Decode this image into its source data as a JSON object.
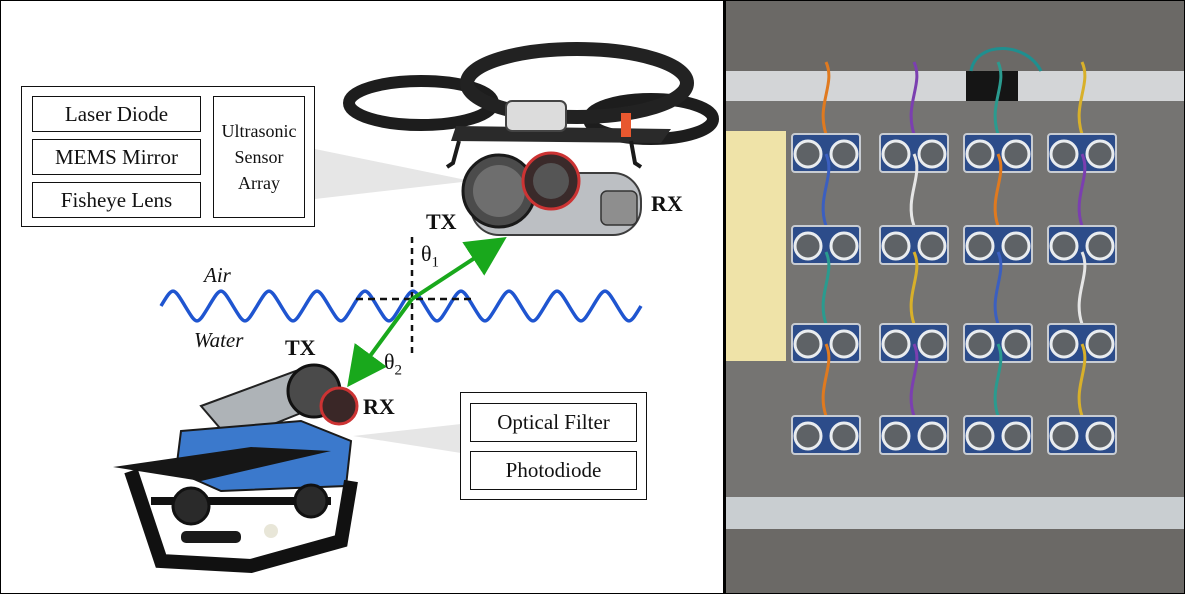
{
  "figure": {
    "left_panel": {
      "transmitter_box": {
        "components": [
          "Laser Diode",
          "MEMS Mirror",
          "Fisheye Lens"
        ],
        "sensor": "Ultrasonic Sensor Array",
        "sensor_lines": [
          "Ultrasonic",
          "Sensor",
          "Array"
        ]
      },
      "receiver_box": {
        "components": [
          "Optical Filter",
          "Photodiode"
        ]
      },
      "drone": {
        "tx_label": "TX",
        "rx_label": "RX",
        "icon": "quadcopter-drone-icon"
      },
      "rov": {
        "tx_label": "TX",
        "rx_label": "RX",
        "icon": "underwater-rov-icon"
      },
      "medium_labels": {
        "air": "Air",
        "water": "Water"
      },
      "angles": {
        "theta1": "θ",
        "theta1_sub": "1",
        "theta2": "θ",
        "theta2_sub": "2"
      },
      "colors": {
        "wave": "#1f55d0",
        "beam": "#19a81c",
        "callout": "#e6e6e6"
      }
    },
    "right_panel": {
      "description": "Photo of ultrasonic sensor array",
      "grid": {
        "rows": 4,
        "cols": 4
      },
      "colors": {
        "background": "#6b6966",
        "frame_bar": "#cfd1d3",
        "sensor_board": "#2c4c8a"
      }
    }
  }
}
